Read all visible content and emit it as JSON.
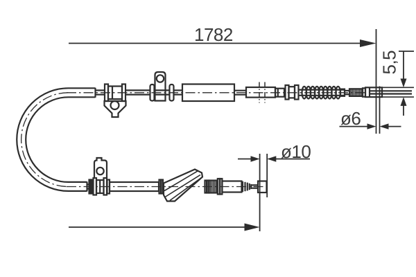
{
  "drawing": {
    "background_color": "#ffffff",
    "line_color": "#2d2d2d",
    "text_color": "#3a3a3a",
    "dimensions": {
      "overall_length": "1782",
      "end_fitting_height": "5,5",
      "end_fitting_diameter": "ø6",
      "lower_end_diameter": "ø10"
    }
  }
}
